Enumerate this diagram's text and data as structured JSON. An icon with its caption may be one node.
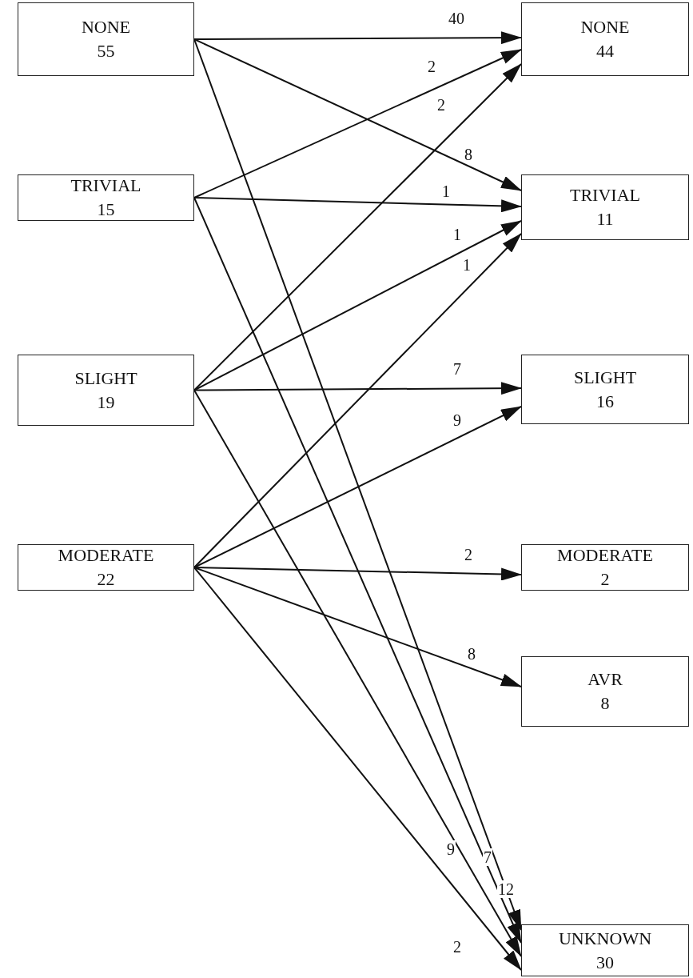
{
  "diagram": {
    "nodes": [
      {
        "text": [
          "NONE",
          "55"
        ]
      },
      {
        "text": [
          "TRIVIAL",
          "15"
        ]
      },
      {
        "text": [
          "SLIGHT",
          "19"
        ]
      },
      {
        "text": [
          "MODERATE",
          "22"
        ]
      },
      {
        "text": [
          "NONE",
          "44"
        ]
      },
      {
        "text": [
          "TRIVIAL",
          "11"
        ]
      },
      {
        "text": [
          "SLIGHT",
          "16"
        ]
      },
      {
        "text": [
          "MODERATE",
          "2"
        ]
      },
      {
        "text": [
          "AVR",
          "8"
        ]
      },
      {
        "text": [
          "UNKNOWN",
          "30"
        ]
      }
    ],
    "edges": [
      {
        "from": 0,
        "to": 4,
        "arrow": "to",
        "label": "40"
      },
      {
        "from": 1,
        "to": 4,
        "arrow": "to",
        "label": "2"
      },
      {
        "from": 2,
        "to": 4,
        "arrow": "to",
        "label": "2"
      },
      {
        "from": 0,
        "to": 5,
        "arrow": "to",
        "label": "8"
      },
      {
        "from": 1,
        "to": 5,
        "arrow": "to",
        "label": "1"
      },
      {
        "from": 2,
        "to": 5,
        "arrow": "to",
        "label": "1"
      },
      {
        "from": 3,
        "to": 5,
        "arrow": "to",
        "label": "1"
      },
      {
        "from": 2,
        "to": 6,
        "arrow": "to",
        "label": "7"
      },
      {
        "from": 3,
        "to": 6,
        "arrow": "to",
        "label": "9"
      },
      {
        "from": 3,
        "to": 7,
        "arrow": "to",
        "label": "2"
      },
      {
        "from": 3,
        "to": 8,
        "arrow": "to",
        "label": "8"
      },
      {
        "from": 0,
        "to": 9,
        "arrow": "to",
        "label": "7"
      },
      {
        "from": 1,
        "to": 9,
        "arrow": "to",
        "label": "12"
      },
      {
        "from": 2,
        "to": 9,
        "arrow": "to",
        "label": "9"
      },
      {
        "from": 3,
        "to": 9,
        "arrow": "to",
        "label": "2"
      }
    ]
  }
}
